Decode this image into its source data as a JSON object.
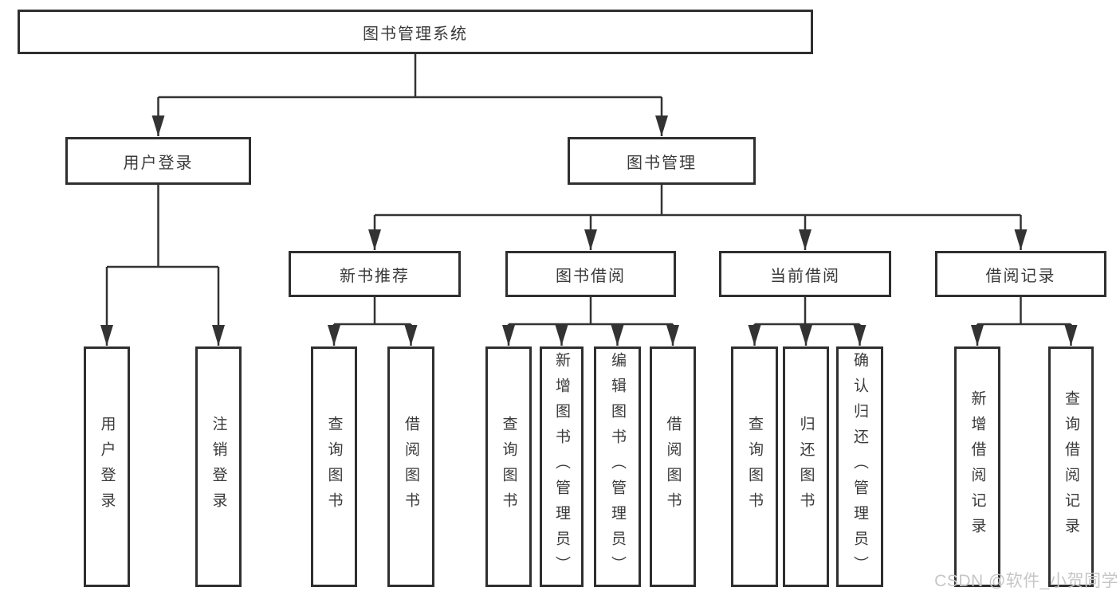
{
  "diagram": {
    "root": "图书管理系统",
    "children": [
      {
        "label": "用户登录",
        "children": [
          "用户登录",
          "注销登录"
        ]
      },
      {
        "label": "图书管理",
        "children": [
          {
            "label": "新书推荐",
            "children": [
              "查询图书",
              "借阅图书"
            ]
          },
          {
            "label": "图书借阅",
            "children": [
              "查询图书",
              "新增图书（管理员）",
              "编辑图书（管理员）",
              "借阅图书"
            ]
          },
          {
            "label": "当前借阅",
            "children": [
              "查询图书",
              "归还图书",
              "确认归还（管理员）"
            ]
          },
          {
            "label": "借阅记录",
            "children": [
              "新增借阅记录",
              "查询借阅记录"
            ]
          }
        ]
      }
    ]
  },
  "watermark": "CSDN @软件_小贺同学",
  "colors": {
    "line": "#333333",
    "border": "#2f2f2f",
    "text": "#3a3a3a",
    "watermark": "#c6c6c6"
  }
}
